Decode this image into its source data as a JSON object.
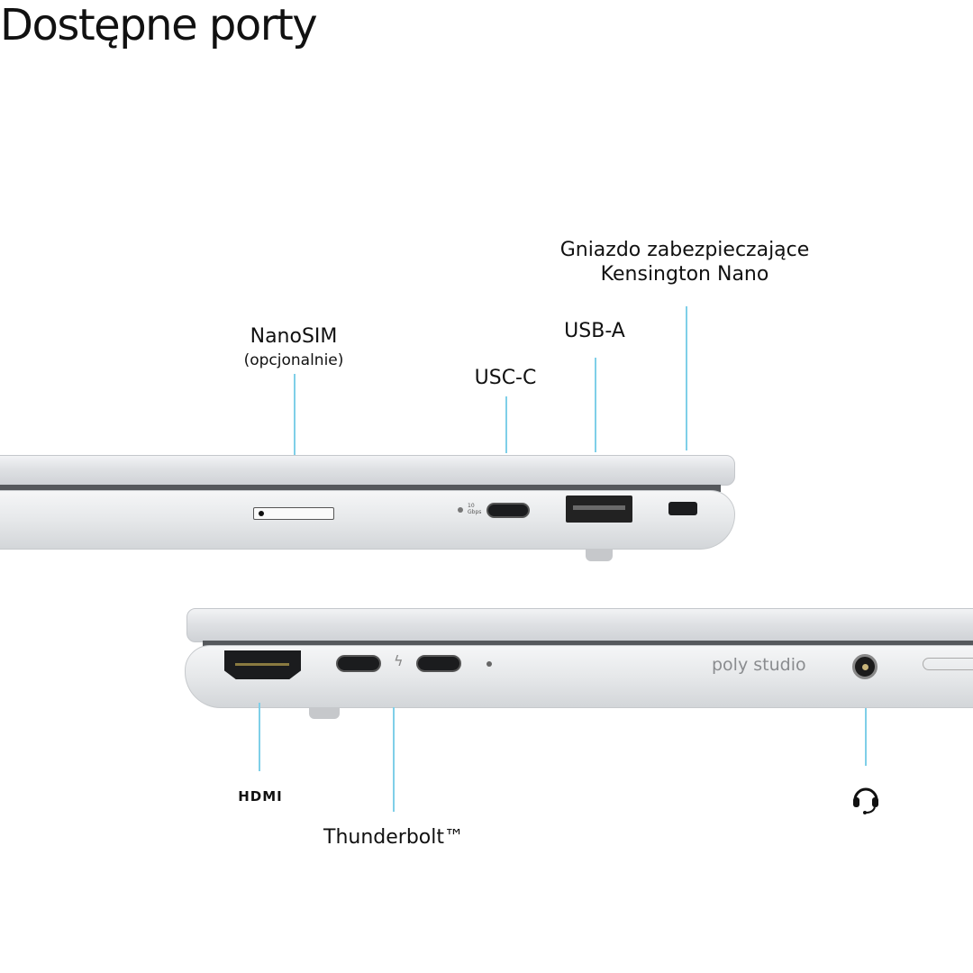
{
  "title": "Dostępne porty",
  "labels": {
    "nanosim": "NanoSIM",
    "nanosim_note": "(opcjonalnie)",
    "usbc": "USC-C",
    "usba": "USB-A",
    "kensington_line1": "Gniazdo zabezpieczające",
    "kensington_line2": "Kensington Nano",
    "hdmi": "HDMI",
    "thunderbolt": "Thunderbolt™"
  },
  "device_branding": "poly studio",
  "usbc_speed_marking": "10 Gbps",
  "icons": [
    "hdmi-logo",
    "headset-icon",
    "thunderbolt-icon"
  ],
  "colors": {
    "callout_line": "#7fcfe8",
    "chassis": "#e3e5e8"
  }
}
